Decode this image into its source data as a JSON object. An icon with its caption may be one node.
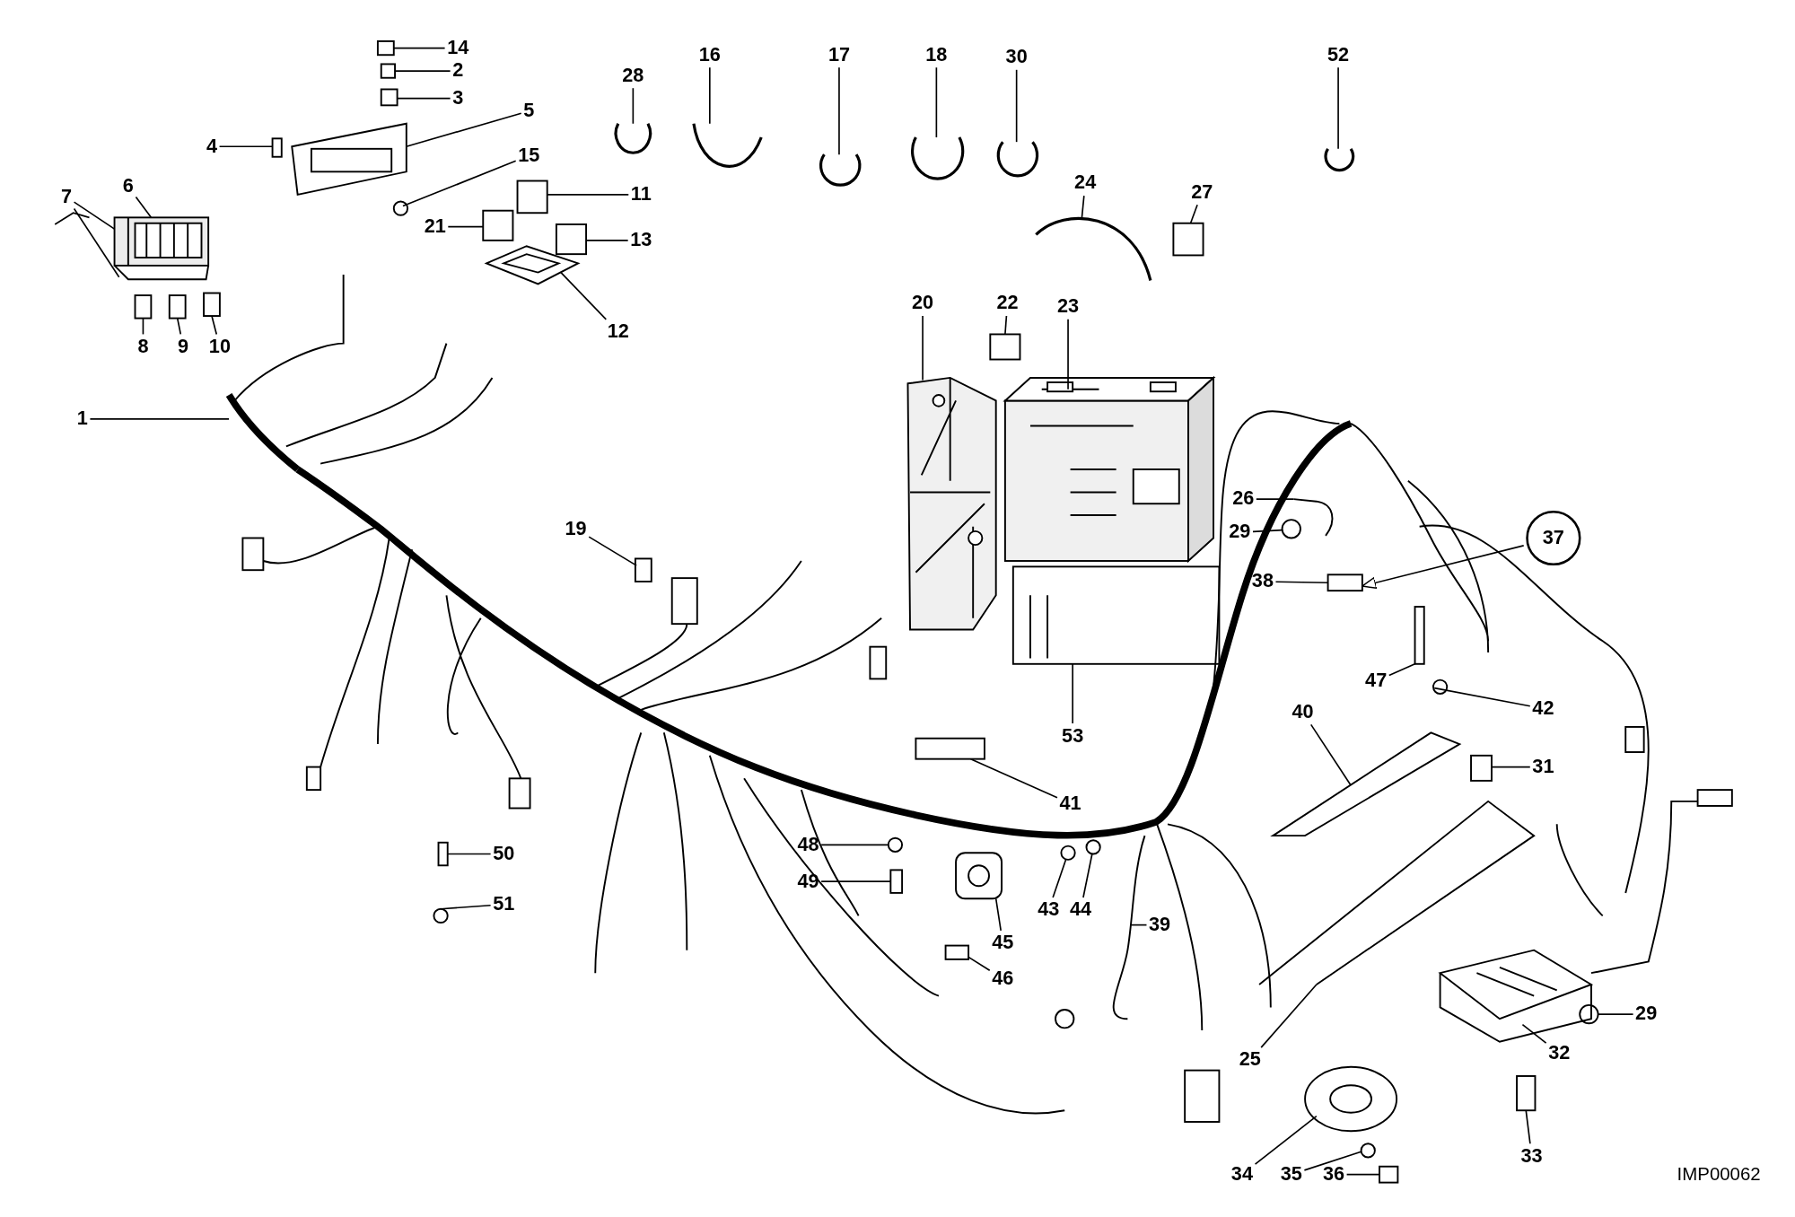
{
  "diagram": {
    "nodes": [
      {
        "text": [
          "14"
        ]
      },
      {
        "text": [
          "2"
        ]
      },
      {
        "text": [
          "3"
        ]
      },
      {
        "text": [
          "5"
        ]
      },
      {
        "text": [
          "4"
        ]
      },
      {
        "text": [
          "15"
        ]
      },
      {
        "text": [
          "7"
        ]
      },
      {
        "text": [
          "6"
        ]
      },
      {
        "text": [
          "11"
        ]
      },
      {
        "text": [
          "21"
        ]
      },
      {
        "text": [
          "13"
        ]
      },
      {
        "text": [
          "12"
        ]
      },
      {
        "text": [
          "8"
        ]
      },
      {
        "text": [
          "9"
        ]
      },
      {
        "text": [
          "10"
        ]
      },
      {
        "text": [
          "28"
        ]
      },
      {
        "text": [
          "16"
        ]
      },
      {
        "text": [
          "17"
        ]
      },
      {
        "text": [
          "18"
        ]
      },
      {
        "text": [
          "30"
        ]
      },
      {
        "text": [
          "52"
        ]
      },
      {
        "text": [
          "24"
        ]
      },
      {
        "text": [
          "27"
        ]
      },
      {
        "text": [
          "20"
        ]
      },
      {
        "text": [
          "22"
        ]
      },
      {
        "text": [
          "23"
        ]
      },
      {
        "text": [
          "1"
        ]
      },
      {
        "text": [
          "26"
        ]
      },
      {
        "text": [
          "29"
        ]
      },
      {
        "text": [
          "37"
        ]
      },
      {
        "text": [
          "38"
        ]
      },
      {
        "text": [
          "19"
        ]
      },
      {
        "text": [
          "53"
        ]
      },
      {
        "text": [
          "47"
        ]
      },
      {
        "text": [
          "42"
        ]
      },
      {
        "text": [
          "40"
        ]
      },
      {
        "text": [
          "31"
        ]
      },
      {
        "text": [
          "41"
        ]
      },
      {
        "text": [
          "48"
        ]
      },
      {
        "text": [
          "49"
        ]
      },
      {
        "text": [
          "45"
        ]
      },
      {
        "text": [
          "43"
        ]
      },
      {
        "text": [
          "44"
        ]
      },
      {
        "text": [
          "39"
        ]
      },
      {
        "text": [
          "50"
        ]
      },
      {
        "text": [
          "51"
        ]
      },
      {
        "text": [
          "46"
        ]
      },
      {
        "text": [
          "25"
        ]
      },
      {
        "text": [
          "32"
        ]
      },
      {
        "text": [
          "29"
        ]
      },
      {
        "text": [
          "33"
        ]
      },
      {
        "text": [
          "34"
        ]
      },
      {
        "text": [
          "35"
        ]
      },
      {
        "text": [
          "36"
        ]
      },
      {
        "text": [],
        "shape": "box"
      },
      {
        "text": [],
        "shape": "box"
      },
      {
        "text": [],
        "shape": "box"
      },
      {
        "text": [],
        "shape": "picture"
      },
      {
        "text": [],
        "shape": "box"
      },
      {
        "text": [],
        "shape": "circle"
      },
      {
        "text": [],
        "shape": "picture"
      },
      {
        "text": [],
        "shape": "box"
      },
      {
        "text": [],
        "shape": "box"
      },
      {
        "text": [],
        "shape": "box"
      },
      {
        "text": [],
        "shape": "box"
      },
      {
        "text": [],
        "shape": "picture"
      },
      {
        "text": [],
        "shape": "box"
      },
      {
        "text": [],
        "shape": "box"
      },
      {
        "text": [],
        "shape": "picture"
      },
      {
        "text": [],
        "shape": "picture"
      },
      {
        "text": [],
        "shape": "picture"
      },
      {
        "text": [],
        "shape": "picture"
      },
      {
        "text": [],
        "shape": "picture"
      },
      {
        "text": [],
        "shape": "picture"
      },
      {
        "text": [],
        "shape": "picture"
      },
      {
        "text": [],
        "shape": "box"
      },
      {
        "text": [],
        "shape": "picture"
      },
      {
        "text": [],
        "shape": "box"
      },
      {
        "text": [],
        "shape": "picture"
      },
      {
        "text": [],
        "shape": "picture"
      },
      {
        "text": [],
        "shape": "picture"
      },
      {
        "text": [],
        "shape": "circle"
      },
      {
        "text": [],
        "shape": "box"
      },
      {
        "text": [],
        "shape": "box"
      },
      {
        "text": [],
        "shape": "picture"
      },
      {
        "text": [],
        "shape": "box"
      },
      {
        "text": [],
        "shape": "circle"
      },
      {
        "text": [],
        "shape": "picture"
      },
      {
        "text": [],
        "shape": "box"
      },
      {
        "text": [],
        "shape": "box"
      },
      {
        "text": [],
        "shape": "circle"
      },
      {
        "text": [],
        "shape": "box"
      },
      {
        "text": [],
        "shape": "picture"
      },
      {
        "text": [],
        "shape": "circle"
      },
      {
        "text": [],
        "shape": "circle"
      },
      {
        "text": [],
        "shape": "picture"
      },
      {
        "text": [],
        "shape": "box"
      },
      {
        "text": [],
        "shape": "circle"
      },
      {
        "text": [],
        "shape": "box"
      },
      {
        "text": [],
        "shape": "picture"
      },
      {
        "text": [],
        "shape": "picture"
      },
      {
        "text": [],
        "shape": "circle"
      },
      {
        "text": [],
        "shape": "box"
      },
      {
        "text": [],
        "shape": "picture"
      },
      {
        "text": [],
        "shape": "circle"
      },
      {
        "text": [],
        "shape": "box"
      }
    ],
    "edges": [
      {
        "from": 0,
        "to": 54,
        "arrow": "none"
      },
      {
        "from": 1,
        "to": 55,
        "arrow": "none"
      },
      {
        "from": 2,
        "to": 56,
        "arrow": "none"
      },
      {
        "from": 3,
        "to": 57,
        "arrow": "none"
      },
      {
        "from": 4,
        "to": 58,
        "arrow": "none"
      },
      {
        "from": 5,
        "to": 59,
        "arrow": "none"
      },
      {
        "from": 6,
        "to": 60,
        "arrow": "none"
      },
      {
        "from": 6,
        "to": 60,
        "arrow": "none"
      },
      {
        "from": 7,
        "to": 60,
        "arrow": "none"
      },
      {
        "from": 8,
        "to": 62,
        "arrow": "none"
      },
      {
        "from": 9,
        "to": 63,
        "arrow": "none"
      },
      {
        "from": 10,
        "to": 64,
        "arrow": "none"
      },
      {
        "from": 11,
        "to": 65,
        "arrow": "none"
      },
      {
        "from": 12,
        "to": 61,
        "arrow": "none"
      },
      {
        "from": 13,
        "to": 66,
        "arrow": "none"
      },
      {
        "from": 14,
        "to": 67,
        "arrow": "none"
      },
      {
        "from": 15,
        "to": 68,
        "arrow": "none"
      },
      {
        "from": 16,
        "to": 69,
        "arrow": "none"
      },
      {
        "from": 17,
        "to": 70,
        "arrow": "none"
      },
      {
        "from": 18,
        "to": 71,
        "arrow": "none"
      },
      {
        "from": 19,
        "to": 72,
        "arrow": "none"
      },
      {
        "from": 20,
        "to": 73,
        "arrow": "none"
      },
      {
        "from": 21,
        "to": 74,
        "arrow": "none"
      },
      {
        "from": 22,
        "to": 75,
        "arrow": "none"
      },
      {
        "from": 23,
        "to": 76,
        "arrow": "none"
      },
      {
        "from": 24,
        "to": 77,
        "arrow": "none"
      },
      {
        "from": 25,
        "to": 78,
        "arrow": "none"
      },
      {
        "from": 26,
        "to": 79,
        "arrow": "none"
      },
      {
        "from": 27,
        "to": 80,
        "arrow": "none"
      },
      {
        "from": 28,
        "to": 81,
        "arrow": "none"
      },
      {
        "from": 29,
        "to": 82,
        "arrow": "to"
      },
      {
        "from": 30,
        "to": 82,
        "arrow": "none"
      },
      {
        "from": 31,
        "to": 83,
        "arrow": "none"
      },
      {
        "from": 32,
        "to": 84,
        "arrow": "none"
      },
      {
        "from": 33,
        "to": 85,
        "arrow": "none"
      },
      {
        "from": 34,
        "to": 86,
        "arrow": "none"
      },
      {
        "from": 35,
        "to": 87,
        "arrow": "none"
      },
      {
        "from": 36,
        "to": 88,
        "arrow": "none"
      },
      {
        "from": 37,
        "to": 89,
        "arrow": "none"
      },
      {
        "from": 38,
        "to": 90,
        "arrow": "none"
      },
      {
        "from": 39,
        "to": 91,
        "arrow": "none"
      },
      {
        "from": 40,
        "to": 92,
        "arrow": "none"
      },
      {
        "from": 41,
        "to": 93,
        "arrow": "none"
      },
      {
        "from": 42,
        "to": 94,
        "arrow": "none"
      },
      {
        "from": 43,
        "to": 95,
        "arrow": "none"
      },
      {
        "from": 44,
        "to": 96,
        "arrow": "none"
      },
      {
        "from": 45,
        "to": 97,
        "arrow": "none"
      },
      {
        "from": 46,
        "to": 98,
        "arrow": "none"
      },
      {
        "from": 47,
        "to": 99,
        "arrow": "none"
      },
      {
        "from": 48,
        "to": 100,
        "arrow": "none"
      },
      {
        "from": 49,
        "to": 101,
        "arrow": "none"
      },
      {
        "from": 50,
        "to": 102,
        "arrow": "none"
      },
      {
        "from": 51,
        "to": 103,
        "arrow": "none"
      },
      {
        "from": 52,
        "to": 104,
        "arrow": "none"
      },
      {
        "from": 53,
        "to": 105,
        "arrow": "none"
      }
    ],
    "labels": [
      "IMP00062"
    ]
  }
}
